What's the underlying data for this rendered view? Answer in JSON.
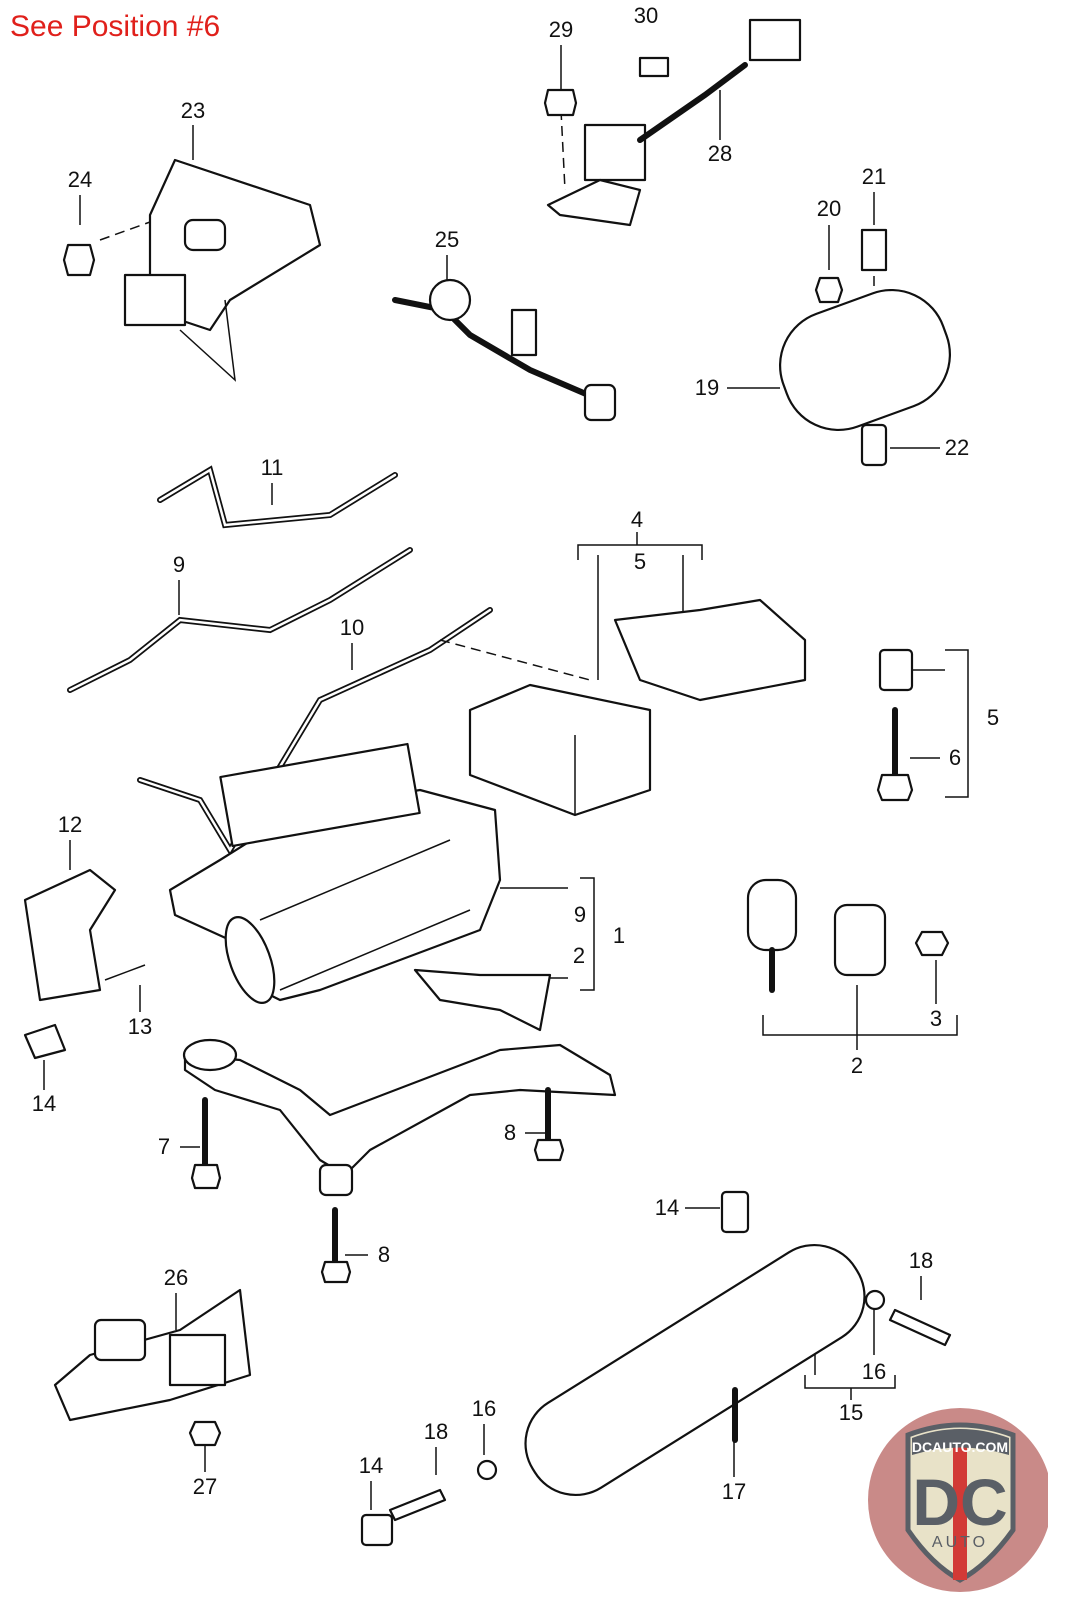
{
  "title": "See Position #6",
  "callouts": [
    "29",
    "30",
    "28",
    "23",
    "24",
    "25",
    "20",
    "21",
    "19",
    "22",
    "11",
    "4",
    "5",
    "9",
    "10",
    "5",
    "6",
    "12",
    "9",
    "1",
    "2",
    "13",
    "3",
    "2",
    "14",
    "7",
    "8",
    "14",
    "8",
    "18",
    "26",
    "16",
    "15",
    "16",
    "18",
    "14",
    "17",
    "27"
  ],
  "logo": {
    "text_top": "DCAUTO.COM",
    "text_main": "DC",
    "text_bottom": "AUTO",
    "colors": {
      "circle": "#c98a88",
      "shield": "#e8e2c8",
      "letters": "#5a5f66",
      "stripe": "#d23a36"
    }
  },
  "colors": {
    "title": "#e0201b",
    "line": "#111111"
  }
}
